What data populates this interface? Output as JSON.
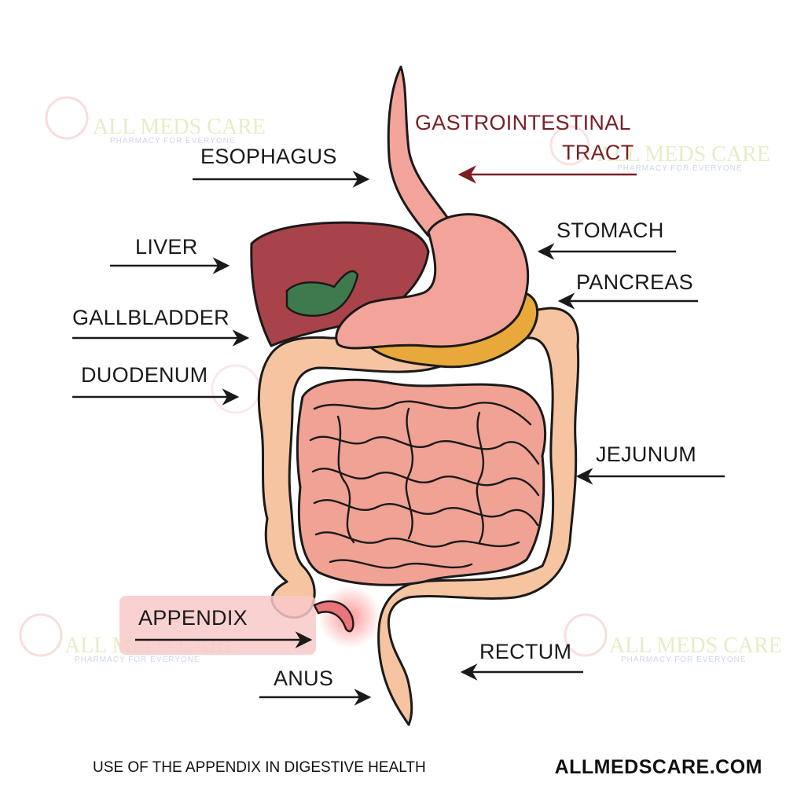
{
  "title": "GASTROINTESTINAL TRACT",
  "title_lines": [
    "GASTROINTESTINAL",
    "TRACT"
  ],
  "labels": {
    "esophagus": "ESOPHAGUS",
    "liver": "LIVER",
    "gallbladder": "GALLBLADDER",
    "duodenum": "DUODENUM",
    "stomach": "STOMACH",
    "pancreas": "PANCREAS",
    "jejunum": "JEJUNUM",
    "appendix": "APPENDIX",
    "rectum": "RECTUM",
    "anus": "ANUS"
  },
  "watermark": {
    "name": "ALL MEDS CARE",
    "tagline": "PHARMACY FOR EVERYONE"
  },
  "footer": {
    "caption": "USE OF THE APPENDIX IN DIGESTIVE HEALTH",
    "site": "ALLMEDSCARE.COM"
  },
  "colors": {
    "title_red": "#7a1f24",
    "liver": "#a9434a",
    "stomach": "#f2a39a",
    "gallbladder": "#3f7a4e",
    "pancreas": "#e8a93a",
    "colon": "#f6c4a0",
    "small_intestine": "#f0a294",
    "appendix_highlight": "#f9c9c9"
  }
}
